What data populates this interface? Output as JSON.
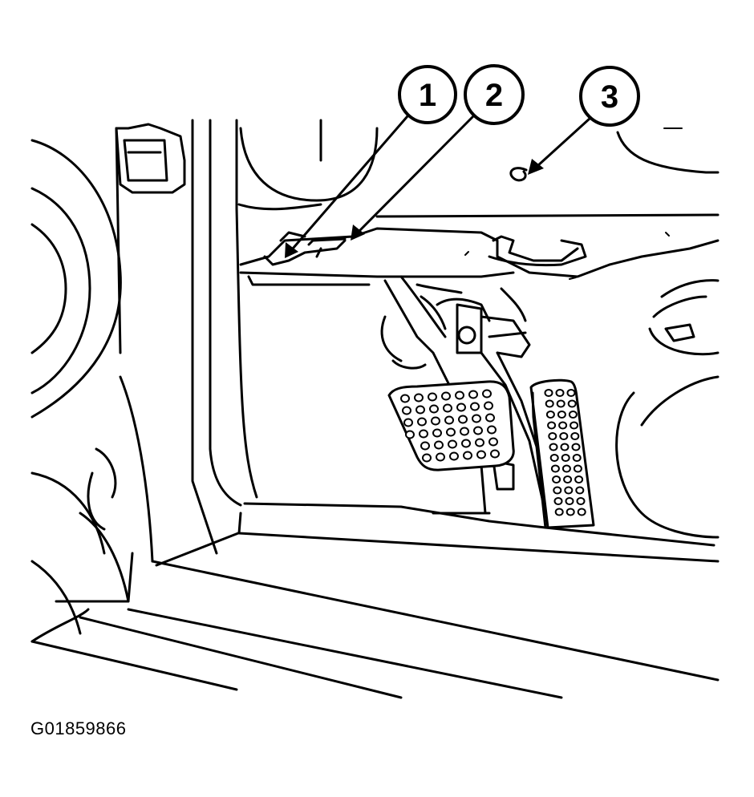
{
  "figure_id": "G01859866",
  "callouts": [
    {
      "label": "1",
      "part": "callout-1"
    },
    {
      "label": "2",
      "part": "callout-2"
    },
    {
      "label": "3",
      "part": "callout-3"
    }
  ],
  "colors": {
    "ink": "#000000",
    "paper": "#ffffff"
  }
}
